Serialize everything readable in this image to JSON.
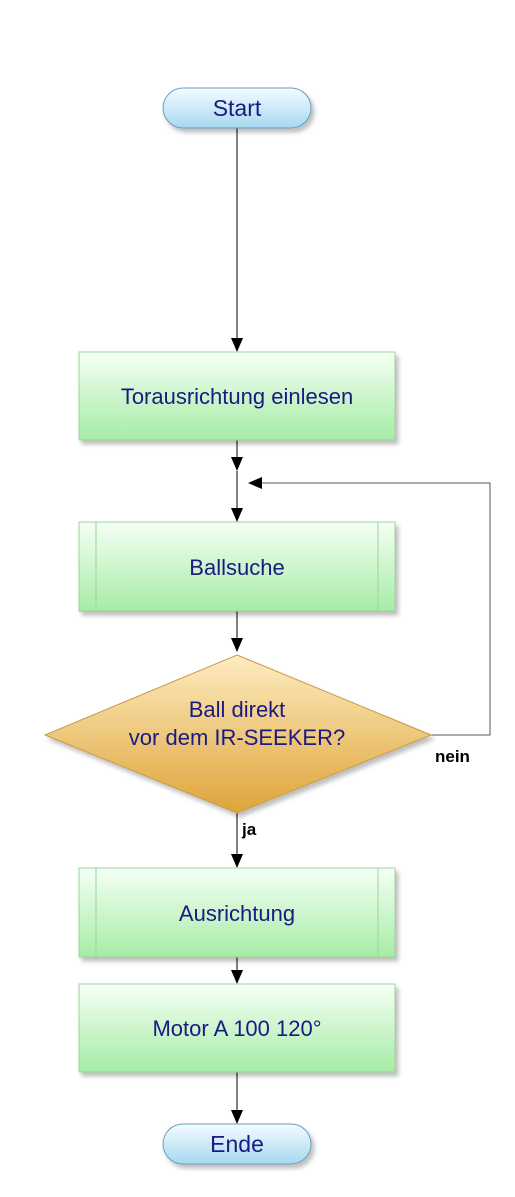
{
  "nodes": {
    "start": "Start",
    "read_goal": "Torausrichtung einlesen",
    "ball_search": "Ballsuche",
    "decision_line1": "Ball direkt",
    "decision_line2": "vor dem IR-SEEKER?",
    "align": "Ausrichtung",
    "motor": "Motor A 100 120°",
    "end": "Ende"
  },
  "edges": {
    "no_label": "nein",
    "yes_label": "ja"
  },
  "colors": {
    "process_fill_top": "#f3fff3",
    "process_fill_bottom": "#a8eea8",
    "process_border": "#9ad59a",
    "terminal_fill_top": "#f2fbff",
    "terminal_fill_bottom": "#a9daf2",
    "terminal_border": "#6a9fc0",
    "decision_fill_top": "#fde7b0",
    "decision_fill_bottom": "#e0a83a",
    "decision_border": "#c99a45",
    "text": "#1a1a80"
  }
}
